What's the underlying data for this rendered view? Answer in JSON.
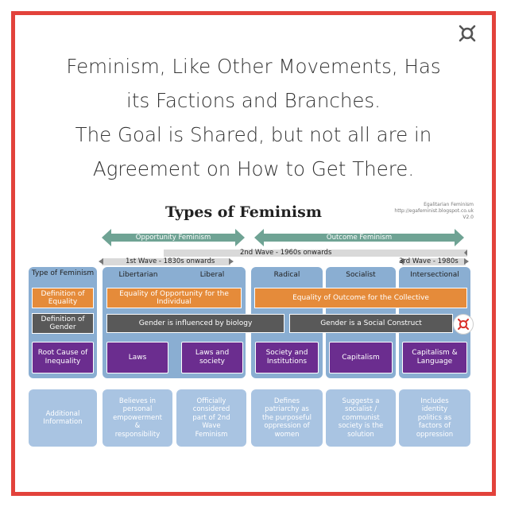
{
  "headline": {
    "lines": [
      "Feminism, Like Other Movements, Has",
      "its Factions and Branches.",
      "The Goal is Shared, but not all are in",
      "Agreement on How to Get There."
    ]
  },
  "colors": {
    "frame": "#e2423b",
    "arrow": "#6fa394",
    "column": "#8aaed2",
    "orange": "#e58b3a",
    "grey": "#595959",
    "purple": "#6b2d8f",
    "info": "#a9c4e2",
    "badge_icon": "#d9302a"
  },
  "icons": {
    "corner": "feminism-symbol-icon",
    "badge": "feminism-symbol-icon"
  },
  "diagram": {
    "title": "Types of Feminism",
    "credit": [
      "Egalitarian Feminism",
      "http://egafeminist.blogspot.co.uk",
      "V2.0"
    ],
    "arrows": {
      "opportunity": "Opportunity Feminism",
      "outcome": "Outcome Feminism"
    },
    "waves": {
      "second": "2nd Wave - 1960s onwards",
      "first": "1st Wave - 1830s onwards",
      "third": "3rd Wave - 1980s"
    },
    "column_headers": [
      "Type of Feminism",
      "Libertarian",
      "Liberal",
      "Radical",
      "Socialist",
      "Intersectional"
    ],
    "row_labels": {
      "definition_equality": "Definition of Equality",
      "definition_gender": "Definition of Gender",
      "root_cause": "Root Cause of Inequality",
      "additional": "Additional Information"
    },
    "equality": {
      "opportunity": "Equality of Opportunity for the Individual",
      "outcome": "Equality of Outcome for the Collective"
    },
    "gender": {
      "biology": "Gender is influenced by biology",
      "social": "Gender is a Social Construct"
    },
    "root_causes": [
      "Laws",
      "Laws and society",
      "Society and Institutions",
      "Capitalism",
      "Capitalism & Language"
    ],
    "info": [
      "Believes in\npersonal\nempowerment\n&\nresponsibility",
      "Officially\nconsidered\npart of 2nd\nWave\nFeminism",
      "Defines\npatriarchy as\nthe purposeful\noppression of\nwomen",
      "Suggests a\nsocialist /\ncommunist\nsociety is the\nsolution",
      "Includes\nidentity\npolitics as\nfactors of\noppression"
    ]
  }
}
